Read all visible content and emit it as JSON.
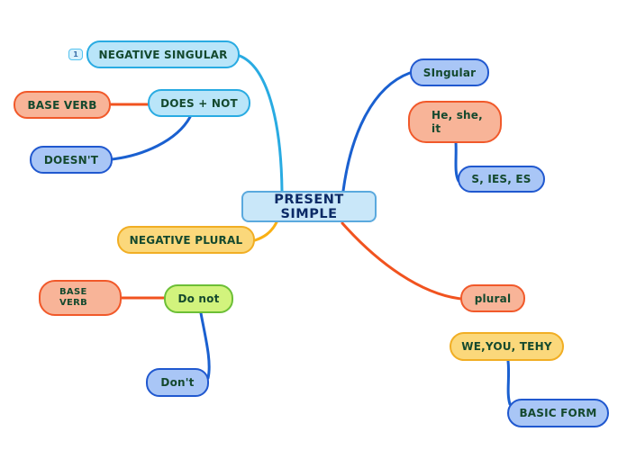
{
  "colors": {
    "background": "#ffffff",
    "edge_light_blue": "#29abe2",
    "edge_blue": "#1a60d0",
    "edge_yellow": "#f9b013",
    "edge_orange": "#f1531f",
    "cyan_fill": "#b9e5f9",
    "cyan_border": "#29abe2",
    "salmon_fill": "#f8b498",
    "salmon_border": "#f1592a",
    "blue_fill": "#a9c6f6",
    "blue_border": "#2058cf",
    "yellow_fill": "#fbd87b",
    "yellow_border": "#f1ae24",
    "green_fill": "#d2f37d",
    "green_border": "#6cbf36",
    "center_fill": "#c9e7f9",
    "center_border": "#5aa9de",
    "topic_text": "#14492e",
    "center_text": "#0c2a66"
  },
  "badge": {
    "label": "1"
  },
  "topics": {
    "center": {
      "label": "PRESENT SIMPLE"
    },
    "negative_singular": {
      "label": "NEGATIVE SINGULAR"
    },
    "does_not": {
      "label": "DOES + NOT"
    },
    "base_verb_top": {
      "label": "BASE VERB"
    },
    "doesnt": {
      "label": "DOESN'T"
    },
    "negative_plural": {
      "label": "NEGATIVE PLURAL"
    },
    "base_verb_bottom": {
      "line1": "BASE",
      "line2": "VERB"
    },
    "do_not": {
      "label": "Do not"
    },
    "dont": {
      "label": "Don't"
    },
    "singular": {
      "label": "SIngular"
    },
    "he_she_it": {
      "line1": "He, she,",
      "line2": "it"
    },
    "s_ies_es": {
      "label": "S, IES, ES"
    },
    "plural": {
      "label": "plural"
    },
    "we_you_tehy": {
      "label": "WE,YOU, TEHY"
    },
    "basic_form": {
      "label": "BASIC FORM"
    }
  }
}
